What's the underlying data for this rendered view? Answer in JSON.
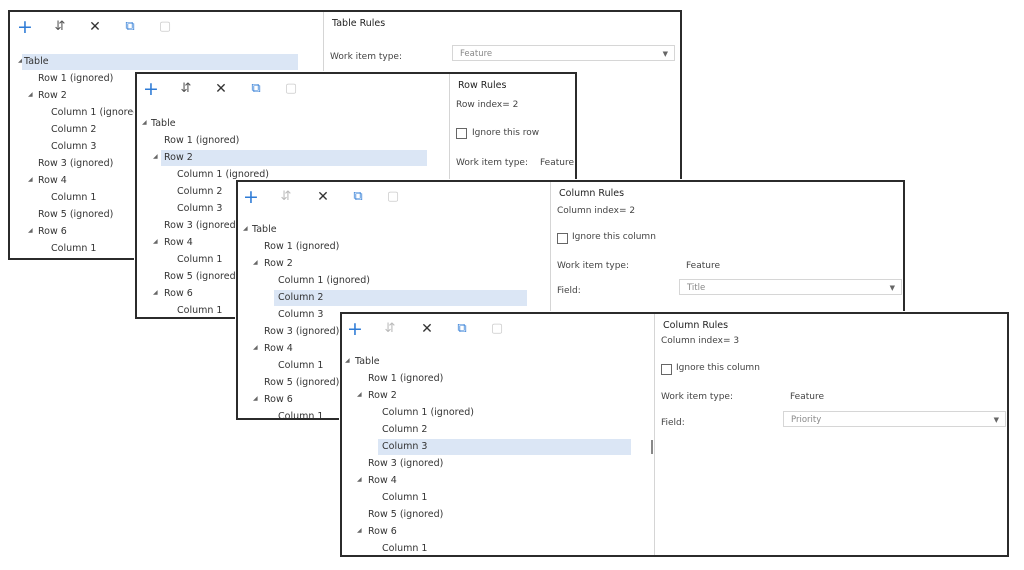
{
  "toolbar_icons": [
    "add-icon",
    "move-icon",
    "delete-icon",
    "copy-icon",
    "paste-icon"
  ],
  "tree": {
    "table": "Table",
    "row1": "Row 1 (ignored)",
    "row2": "Row 2",
    "r2c1": "Column 1 (ignored)",
    "r2c2": "Column 2",
    "r2c3": "Column 3",
    "row3": "Row 3 (ignored)",
    "row4": "Row 4",
    "r4c1": "Column 1",
    "row5": "Row 5 (ignored)",
    "row6": "Row 6",
    "r6c1": "Column 1"
  },
  "w1": {
    "title": "Table Rules",
    "work_item_type_label": "Work item type:",
    "work_item_type_value": "Feature"
  },
  "w2": {
    "title": "Row Rules",
    "row_index": "Row index= 2",
    "ignore_label": "Ignore this row",
    "work_item_type_label": "Work item type:",
    "work_item_type_value": "Feature"
  },
  "w3": {
    "title": "Column Rules",
    "col_index": "Column index= 2",
    "ignore_label": "Ignore this column",
    "work_item_type_label": "Work item type:",
    "work_item_type_value": "Feature",
    "field_label": "Field:",
    "field_value": "Title"
  },
  "w4": {
    "title": "Column Rules",
    "col_index": "Column index= 3",
    "ignore_label": "Ignore this column",
    "work_item_type_label": "Work item type:",
    "work_item_type_value": "Feature",
    "field_label": "Field:",
    "field_value": "Priority"
  }
}
